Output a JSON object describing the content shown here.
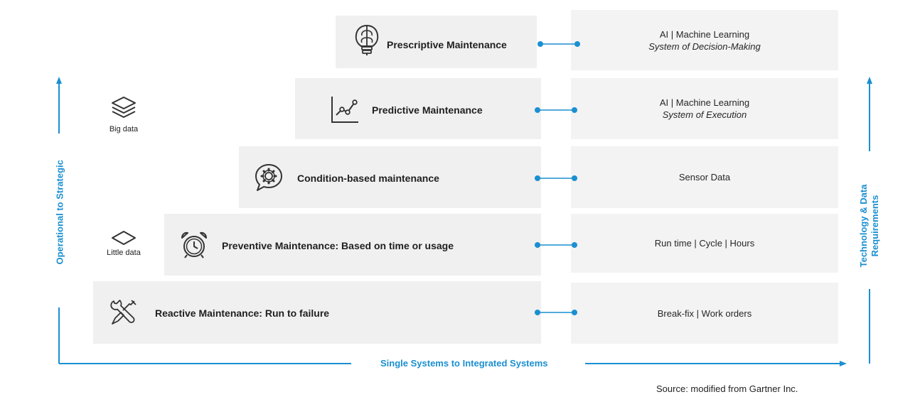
{
  "levels": [
    {
      "label": "Prescriptive Maintenance",
      "icon": "brain-bulb-icon",
      "tech_main": "AI | Machine Learning",
      "tech_sub": "System of Decision-Making"
    },
    {
      "label": "Predictive Maintenance",
      "icon": "line-chart-icon",
      "tech_main": "AI | Machine Learning",
      "tech_sub": "System of Execution"
    },
    {
      "label": "Condition-based maintenance",
      "icon": "gear-chat-icon",
      "tech_main": "Sensor Data",
      "tech_sub": ""
    },
    {
      "label": "Preventive Maintenance: Based on time or usage",
      "icon": "alarm-clock-icon",
      "tech_main": "Run time | Cycle | Hours",
      "tech_sub": ""
    },
    {
      "label": "Reactive Maintenance: Run to failure",
      "icon": "tools-icon",
      "tech_main": "Break-fix | Work orders",
      "tech_sub": ""
    }
  ],
  "axes": {
    "vertical_left": "Operational to Strategic",
    "horizontal": "Single Systems to Integrated Systems",
    "vertical_right_line1": "Technology & Data",
    "vertical_right_line2": "Requirements"
  },
  "data_levels": {
    "big": "Big data",
    "little": "Little data"
  },
  "source": "Source: modified from Gartner Inc.",
  "colors": {
    "accent": "#1a8fd1",
    "box": "#f0f0f0",
    "text": "#222222"
  }
}
